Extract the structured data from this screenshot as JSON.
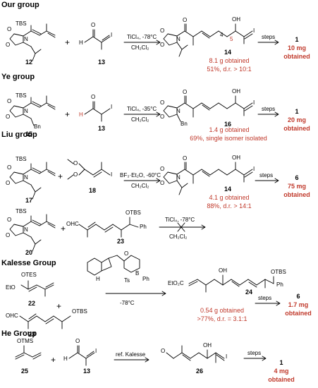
{
  "headers": {
    "g1": "Our group",
    "g2": "Ye group",
    "g3": "Liu group",
    "g4": "Kalesse Group",
    "g5": "He Group"
  },
  "compounds": {
    "c12": "12",
    "c13a": "13",
    "c14a": "14",
    "c15": "15",
    "c13b": "13",
    "c16": "16",
    "c17": "17",
    "c18": "18",
    "c14b": "14",
    "c20": "20",
    "c23a": "23",
    "c22": "22",
    "c23b": "23",
    "c24": "24",
    "c25": "25",
    "c13c": "13",
    "c26": "26"
  },
  "atoms": {
    "tbs": "TBS",
    "otbs": "OTBS",
    "otes": "OTES",
    "otms": "OTMS",
    "oh": "OH",
    "o": "O",
    "n": "N",
    "h": "H",
    "i": "I",
    "bn": "Bn",
    "ohc": "OHC",
    "eto": "EtO",
    "etO2c": "EtO₂C",
    "ph": "Ph",
    "ts": "Ts",
    "b": "B",
    "hn": "H",
    "n4": "4",
    "n5": "5"
  },
  "conditions": {
    "r1_top": "TiCl₄, -78°C",
    "r1_bot": "CH₂Cl₂",
    "r2_top": "TiCl₄, -35°C",
    "r2_bot": "CH₂Cl₂",
    "r3_top": "BF₃·Et₂O, -60°C",
    "r3_bot": "CH₂Cl₂",
    "r4_top": "TiCl₄, -78°C",
    "r4_bot": "CH₂Cl₂",
    "r5_bot": "-78°C",
    "r6_top": "ref. Kalesse",
    "steps": "steps"
  },
  "results": {
    "y1a": "8.1 g obtained",
    "y1b": "51%, d.r. > 10:1",
    "y2a": "1.4 g obtained",
    "y2b": "69%, single isomer isolated",
    "y3a": "4.1 g obtained",
    "y3b": "88%, d.r. > 14:1",
    "y5a": "0.54 g obtained",
    "y5b": ">77%, d.r. = 3.1:1"
  },
  "final": {
    "f1_num": "1",
    "f1_amt": "10 mg",
    "f1_obt": "obtained",
    "f2_num": "1",
    "f2_amt": "20 mg",
    "f2_obt": "obtained",
    "f3_num": "6",
    "f3_amt": "75 mg",
    "f3_obt": "obtained",
    "f5_num": "6",
    "f5_amt": "1.7 mg",
    "f5_obt": "obtained",
    "f6_num": "1",
    "f6_amt": "4 mg",
    "f6_obt": "obtained"
  },
  "colors": {
    "ink": "#000000",
    "result": "#c0392b"
  }
}
